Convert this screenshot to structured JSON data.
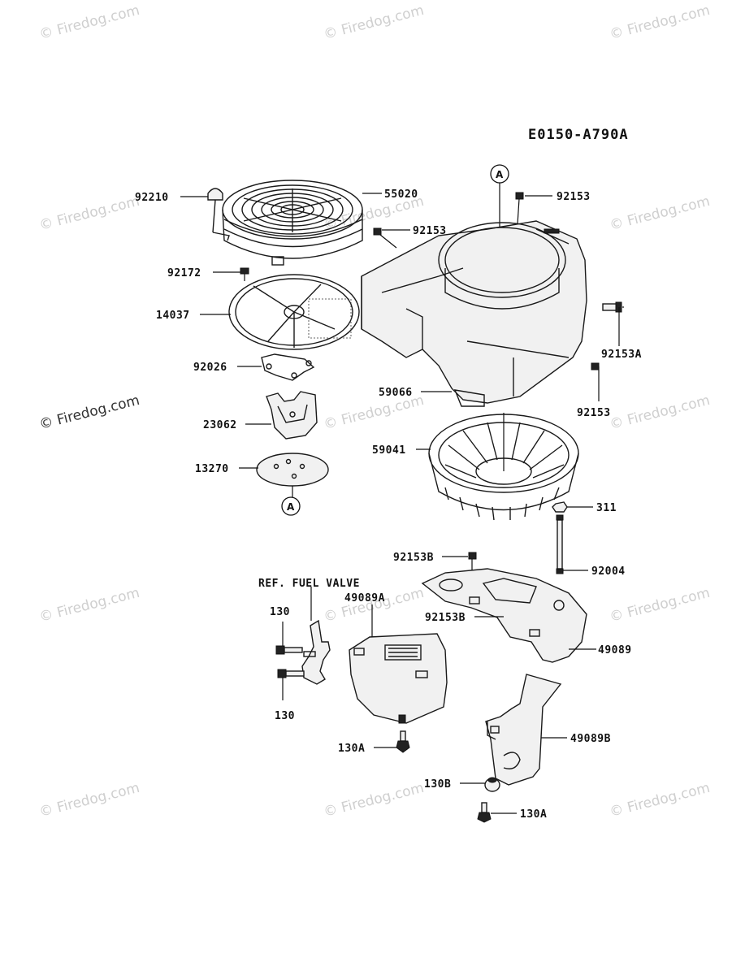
{
  "diagram_code": "E0150-A790A",
  "watermark": "© Firedog.com",
  "ref_note": "REF. FUEL VALVE",
  "callout_letter": "A",
  "labels": {
    "p92210": "92210",
    "p55020": "55020",
    "p92153_top": "92153",
    "p92153_mid": "92153",
    "p92172": "92172",
    "p14037": "14037",
    "p92153A": "92153A",
    "p92026": "92026",
    "p59066": "59066",
    "p92153_lower": "92153",
    "p23062": "23062",
    "p59041": "59041",
    "p13270": "13270",
    "p311": "311",
    "p92153B_1": "92153B",
    "p92004": "92004",
    "p49089A": "49089A",
    "p92153B_2": "92153B",
    "p49089": "49089",
    "p130_top": "130",
    "p130_bottom": "130",
    "p130A_1": "130A",
    "p49089B": "49089B",
    "p130B": "130B",
    "p130A_2": "130A"
  }
}
